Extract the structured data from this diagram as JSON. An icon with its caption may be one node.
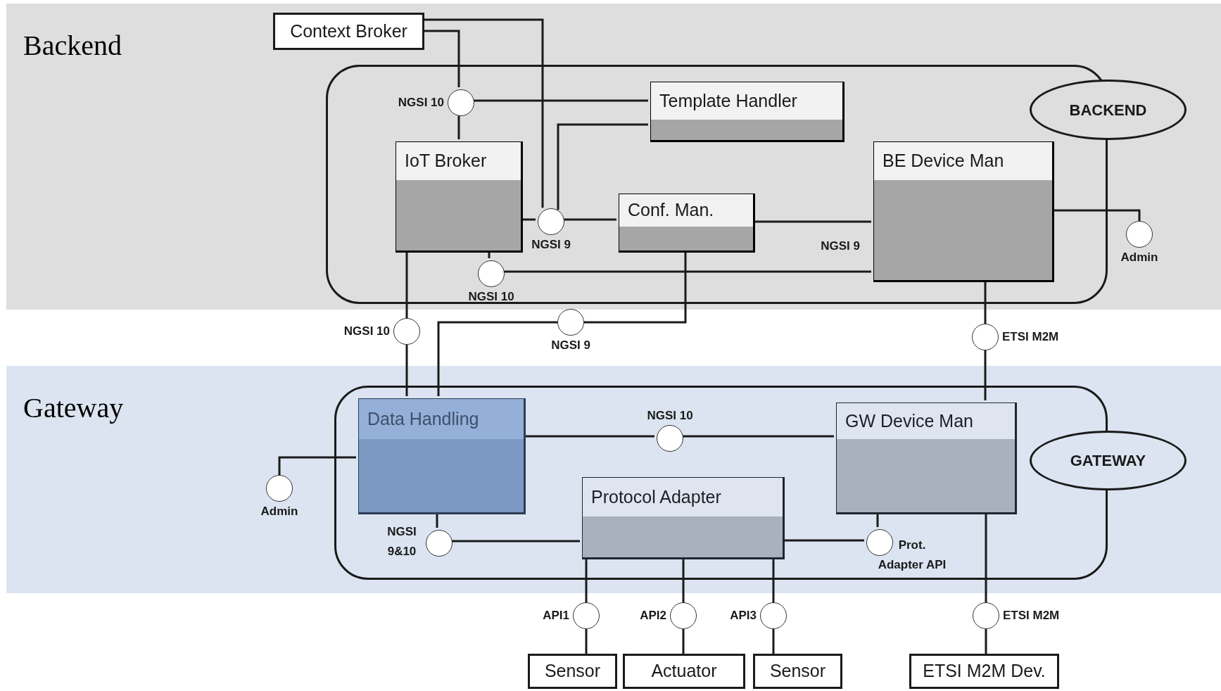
{
  "diagram": {
    "nodes": [
      {
        "text": [
          "Backend"
        ]
      },
      {
        "text": [],
        "shape": "box",
        "in": 0
      },
      {
        "text": [
          "Context Broker"
        ],
        "in": 0
      },
      {
        "text": [
          "Template Handler"
        ],
        "in": 1
      },
      {
        "text": [
          "IoT Broker"
        ],
        "in": 1
      },
      {
        "text": [
          "Conf. Man."
        ],
        "in": 1
      },
      {
        "text": [
          "BE Device Man"
        ],
        "in": 1
      },
      {
        "text": [
          "BACKEND"
        ],
        "in": 0
      },
      {
        "text": [],
        "shape": "circle",
        "in": 1,
        "beside": [
          "NGSI 10"
        ]
      },
      {
        "text": [],
        "shape": "circle",
        "in": 1,
        "beside": [
          "NGSI 9"
        ]
      },
      {
        "text": [],
        "shape": "circle",
        "in": 1,
        "beside": [
          "NGSI 10"
        ]
      },
      {
        "text": [],
        "shape": "circle",
        "in": 0,
        "beside": [
          "Admin"
        ]
      },
      {
        "text": [],
        "shape": "circle",
        "beside": [
          "NGSI 10"
        ]
      },
      {
        "text": [],
        "shape": "circle",
        "beside": [
          "NGSI 9"
        ]
      },
      {
        "text": [],
        "shape": "circle",
        "beside": [
          "ETSI M2M"
        ]
      },
      {
        "text": [
          "Gateway"
        ]
      },
      {
        "text": [],
        "shape": "box",
        "in": 15
      },
      {
        "text": [
          "Data Handling"
        ],
        "in": 16
      },
      {
        "text": [
          "GW Device Man"
        ],
        "in": 16
      },
      {
        "text": [
          "Protocol Adapter"
        ],
        "in": 16
      },
      {
        "text": [
          "GATEWAY"
        ],
        "in": 15
      },
      {
        "text": [],
        "shape": "circle",
        "in": 16,
        "beside": [
          "NGSI 10"
        ]
      },
      {
        "text": [],
        "shape": "circle",
        "in": 15,
        "beside": [
          "Admin"
        ]
      },
      {
        "text": [],
        "shape": "circle",
        "in": 16,
        "beside": [
          "NGSI 9&10"
        ]
      },
      {
        "text": [],
        "shape": "circle",
        "in": 16,
        "beside": [
          "Prot. Adapter API"
        ]
      },
      {
        "text": [],
        "shape": "circle",
        "beside": [
          "API1"
        ]
      },
      {
        "text": [],
        "shape": "circle",
        "beside": [
          "API2"
        ]
      },
      {
        "text": [],
        "shape": "circle",
        "beside": [
          "API3"
        ]
      },
      {
        "text": [],
        "shape": "circle",
        "beside": [
          "ETSI M2M"
        ]
      },
      {
        "text": [
          "Sensor"
        ]
      },
      {
        "text": [
          "Actuator"
        ]
      },
      {
        "text": [
          "Sensor"
        ]
      },
      {
        "text": [
          "ETSI M2M Dev."
        ]
      }
    ],
    "edges": [
      {
        "from": 2,
        "to": 8,
        "arrow": "none"
      },
      {
        "from": 2,
        "to": 9,
        "arrow": "none"
      },
      {
        "from": 8,
        "to": 3,
        "arrow": "none"
      },
      {
        "from": 4,
        "to": 8,
        "arrow": "none"
      },
      {
        "from": 3,
        "to": 9,
        "arrow": "none"
      },
      {
        "from": 4,
        "to": 9,
        "arrow": "none"
      },
      {
        "from": 9,
        "to": 5,
        "arrow": "none"
      },
      {
        "from": 5,
        "to": 6,
        "arrow": "none",
        "label": "NGSI 9"
      },
      {
        "from": 4,
        "to": 10,
        "arrow": "none"
      },
      {
        "from": 10,
        "to": 6,
        "arrow": "none"
      },
      {
        "from": 6,
        "to": 11,
        "arrow": "none"
      },
      {
        "from": 4,
        "to": 12,
        "arrow": "none"
      },
      {
        "from": 12,
        "to": 17,
        "arrow": "none"
      },
      {
        "from": 5,
        "to": 13,
        "arrow": "none"
      },
      {
        "from": 13,
        "to": 17,
        "arrow": "none"
      },
      {
        "from": 6,
        "to": 14,
        "arrow": "none"
      },
      {
        "from": 14,
        "to": 18,
        "arrow": "none"
      },
      {
        "from": 17,
        "to": 21,
        "arrow": "none"
      },
      {
        "from": 21,
        "to": 18,
        "arrow": "none"
      },
      {
        "from": 17,
        "to": 22,
        "arrow": "none"
      },
      {
        "from": 17,
        "to": 23,
        "arrow": "none"
      },
      {
        "from": 23,
        "to": 19,
        "arrow": "none"
      },
      {
        "from": 19,
        "to": 24,
        "arrow": "none"
      },
      {
        "from": 24,
        "to": 18,
        "arrow": "none"
      },
      {
        "from": 19,
        "to": 25,
        "arrow": "none"
      },
      {
        "from": 25,
        "to": 29,
        "arrow": "none"
      },
      {
        "from": 19,
        "to": 26,
        "arrow": "none"
      },
      {
        "from": 26,
        "to": 30,
        "arrow": "none"
      },
      {
        "from": 19,
        "to": 27,
        "arrow": "none"
      },
      {
        "from": 27,
        "to": 31,
        "arrow": "none"
      },
      {
        "from": 18,
        "to": 28,
        "arrow": "none"
      },
      {
        "from": 28,
        "to": 32,
        "arrow": "none"
      }
    ]
  }
}
